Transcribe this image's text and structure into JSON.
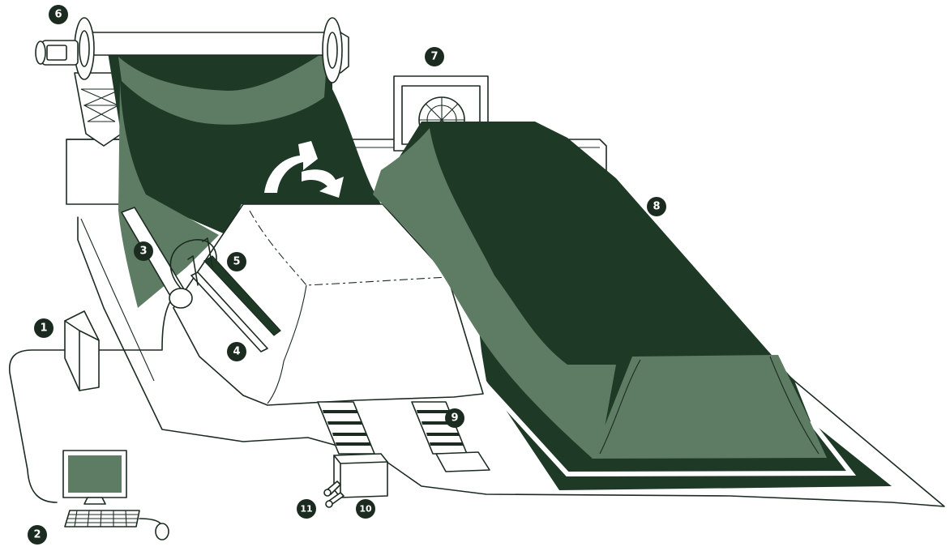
{
  "colors": {
    "dark_green": "#1e3a26",
    "mid_green": "#5e7b63",
    "outline": "#1b2b20",
    "paper": "#ffffff"
  },
  "callouts": [
    {
      "id": "callout-1",
      "label": "1"
    },
    {
      "id": "callout-2",
      "label": "2"
    },
    {
      "id": "callout-3",
      "label": "3"
    },
    {
      "id": "callout-4",
      "label": "4"
    },
    {
      "id": "callout-5",
      "label": "5"
    },
    {
      "id": "callout-6",
      "label": "6"
    },
    {
      "id": "callout-7",
      "label": "7"
    },
    {
      "id": "callout-8",
      "label": "8"
    },
    {
      "id": "callout-9",
      "label": "9"
    },
    {
      "id": "callout-10",
      "label": "10"
    },
    {
      "id": "callout-11",
      "label": "11"
    }
  ]
}
